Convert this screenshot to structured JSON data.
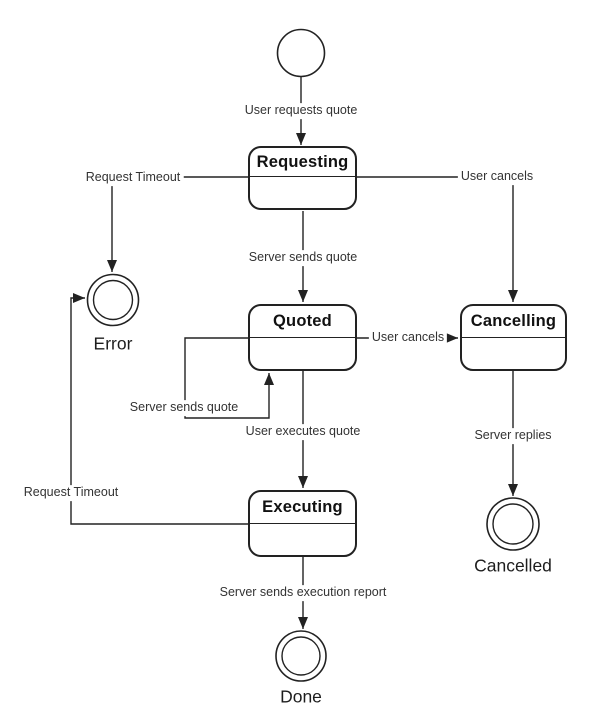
{
  "diagram_type": "uml-state-machine",
  "colors": {
    "stroke": "#222222",
    "label_text": "#333333",
    "title_text": "#111111",
    "background": "#ffffff"
  },
  "states": {
    "initial": {
      "label": "",
      "kind": "initial"
    },
    "requesting": {
      "label": "Requesting",
      "kind": "state"
    },
    "quoted": {
      "label": "Quoted",
      "kind": "state"
    },
    "cancelling": {
      "label": "Cancelling",
      "kind": "state"
    },
    "executing": {
      "label": "Executing",
      "kind": "state"
    },
    "error": {
      "label": "Error",
      "kind": "final"
    },
    "cancelled": {
      "label": "Cancelled",
      "kind": "final"
    },
    "done": {
      "label": "Done",
      "kind": "final"
    }
  },
  "transitions": {
    "user_requests_quote": {
      "label": "User requests quote",
      "from": "initial",
      "to": "requesting"
    },
    "request_timeout_1": {
      "label": "Request Timeout",
      "from": "requesting",
      "to": "error"
    },
    "user_cancels_1": {
      "label": "User cancels",
      "from": "requesting",
      "to": "cancelling"
    },
    "server_sends_quote_1": {
      "label": "Server sends quote",
      "from": "requesting",
      "to": "quoted"
    },
    "user_cancels_2": {
      "label": "User cancels",
      "from": "quoted",
      "to": "cancelling"
    },
    "server_sends_quote_2": {
      "label": "Server sends quote",
      "from": "quoted",
      "to": "quoted"
    },
    "user_executes_quote": {
      "label": "User executes quote",
      "from": "quoted",
      "to": "executing"
    },
    "request_timeout_2": {
      "label": "Request Timeout",
      "from": "executing",
      "to": "error"
    },
    "server_sends_execution_report": {
      "label": "Server sends execution report",
      "from": "executing",
      "to": "done"
    },
    "server_replies": {
      "label": "Server replies",
      "from": "cancelling",
      "to": "cancelled"
    }
  }
}
